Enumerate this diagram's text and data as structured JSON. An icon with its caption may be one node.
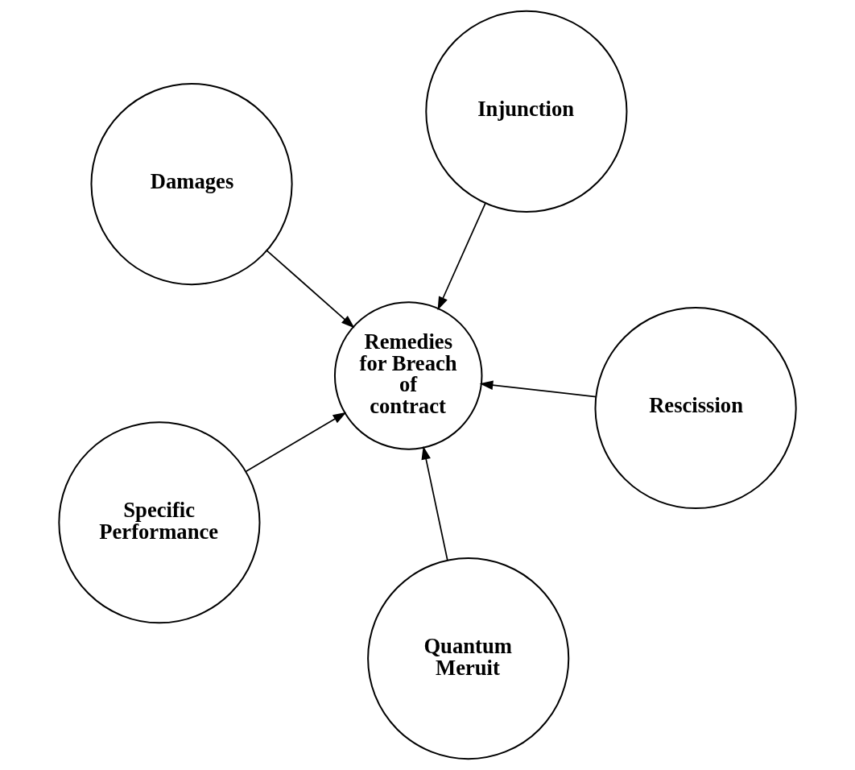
{
  "diagram": {
    "nodes": [
      {
        "text": [
          "Damages"
        ]
      },
      {
        "text": [
          "Rescission"
        ]
      },
      {
        "text": [
          "Quantum Meruit"
        ]
      },
      {
        "text": [
          "Remedies for Breach of contract"
        ]
      },
      {
        "text": [
          "Injunction"
        ]
      },
      {
        "text": [
          "Specific Performance"
        ]
      }
    ],
    "edges": [
      {
        "from": 0,
        "to": 3,
        "arrow": "to"
      },
      {
        "from": 1,
        "to": 3,
        "arrow": "to"
      },
      {
        "from": 2,
        "to": 3,
        "arrow": "to"
      },
      {
        "from": 4,
        "to": 3,
        "arrow": "to"
      },
      {
        "from": 5,
        "to": 3,
        "arrow": "to"
      }
    ]
  }
}
